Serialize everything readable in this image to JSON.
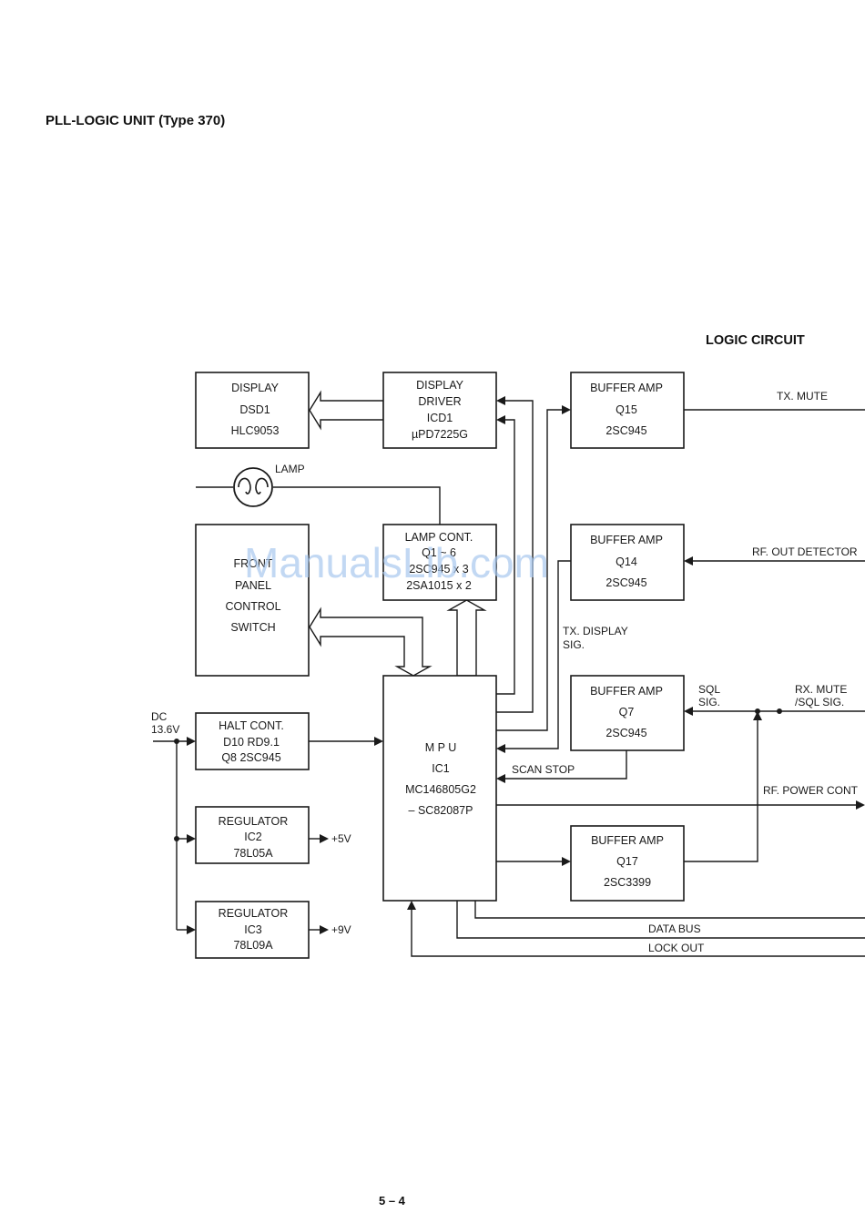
{
  "page": {
    "title": "PLL-LOGIC UNIT (Type 370)",
    "heading": "LOGIC CIRCUIT",
    "page_number": "5 – 4",
    "watermark": "ManualsLib.com"
  },
  "blocks": {
    "display": [
      "DISPLAY",
      "DSD1",
      "HLC9053"
    ],
    "display_driver": [
      "DISPLAY",
      "DRIVER",
      "ICD1",
      "µPD7225G"
    ],
    "buffer_q15": [
      "BUFFER AMP",
      "Q15",
      "2SC945"
    ],
    "lamp_cont": [
      "LAMP CONT.",
      "Q1 ~ 6",
      "2SC945 x 3",
      "2SA1015 x 2"
    ],
    "buffer_q14": [
      "BUFFER AMP",
      "Q14",
      "2SC945"
    ],
    "front_panel": [
      "FRONT",
      "PANEL",
      "CONTROL",
      "SWITCH"
    ],
    "halt_cont": [
      "HALT CONT.",
      "D10 RD9.1",
      "Q8 2SC945"
    ],
    "mpu": [
      "M P U",
      "IC1",
      "MC146805G2",
      "– SC82087P"
    ],
    "buffer_q7": [
      "BUFFER AMP",
      "Q7",
      "2SC945"
    ],
    "regulator_ic2": [
      "REGULATOR",
      "IC2",
      "78L05A"
    ],
    "buffer_q17": [
      "BUFFER AMP",
      "Q17",
      "2SC3399"
    ],
    "regulator_ic3": [
      "REGULATOR",
      "IC3",
      "78L09A"
    ]
  },
  "labels": {
    "lamp": "LAMP",
    "tx_mute": "TX. MUTE",
    "rf_out_detector": "RF. OUT DETECTOR",
    "tx_display_sig": [
      "TX. DISPLAY",
      "SIG."
    ],
    "sql_sig": [
      "SQL",
      "SIG."
    ],
    "rx_mute_sql_sig": [
      "RX. MUTE",
      "/SQL SIG."
    ],
    "rf_power_cont": "RF. POWER CONT",
    "scan_stop": "SCAN STOP",
    "dc_input": [
      "DC",
      "13.6V"
    ],
    "plus_5v": "+5V",
    "plus_9v": "+9V",
    "data_bus": "DATA BUS",
    "lock_out": "LOCK OUT"
  }
}
